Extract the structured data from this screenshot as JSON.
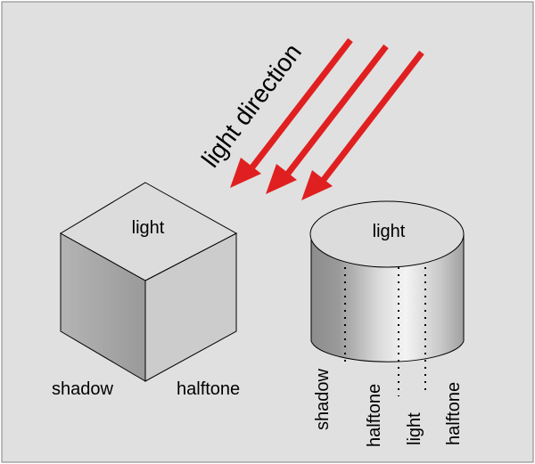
{
  "diagram": {
    "light_direction_label": "light direction",
    "cube": {
      "top_label": "light",
      "left_face_label": "shadow",
      "right_face_label": "halftone"
    },
    "cylinder": {
      "top_label": "light",
      "zone_labels": [
        "shadow",
        "halftone",
        "light",
        "halftone"
      ]
    },
    "colors": {
      "background": "#e0e0e0",
      "arrow": "#e02020",
      "cube_top": "#dcdcdc",
      "cube_left": "#a8a8a8",
      "cube_right": "#cccccc",
      "cylinder_top": "#dcdcdc",
      "outline": "#000000"
    }
  }
}
